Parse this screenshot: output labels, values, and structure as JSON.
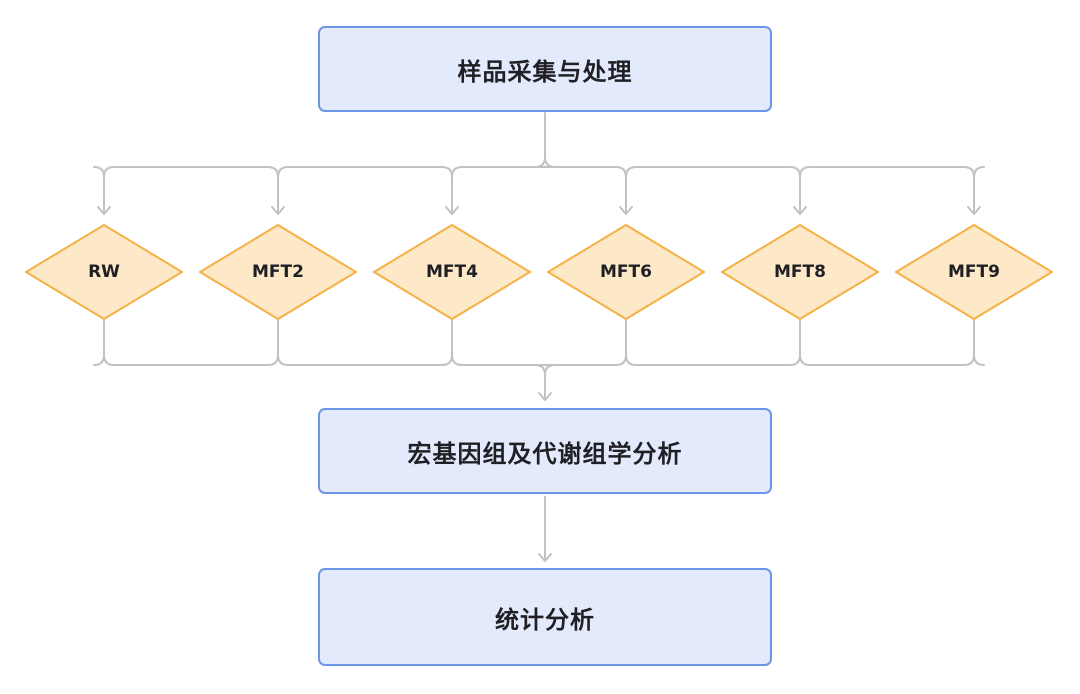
{
  "nodes": {
    "top": "样品采集与处理",
    "middle": "宏基因组及代谢组学分析",
    "bottom": "统计分析"
  },
  "samples": [
    "RW",
    "MFT2",
    "MFT4",
    "MFT6",
    "MFT8",
    "MFT9"
  ],
  "colors": {
    "box_fill": "#e2eafc",
    "box_border": "#6d95e6",
    "diamond_fill": "#fde9c7",
    "diamond_border": "#f5b046",
    "connector": "#c2c2c2"
  }
}
